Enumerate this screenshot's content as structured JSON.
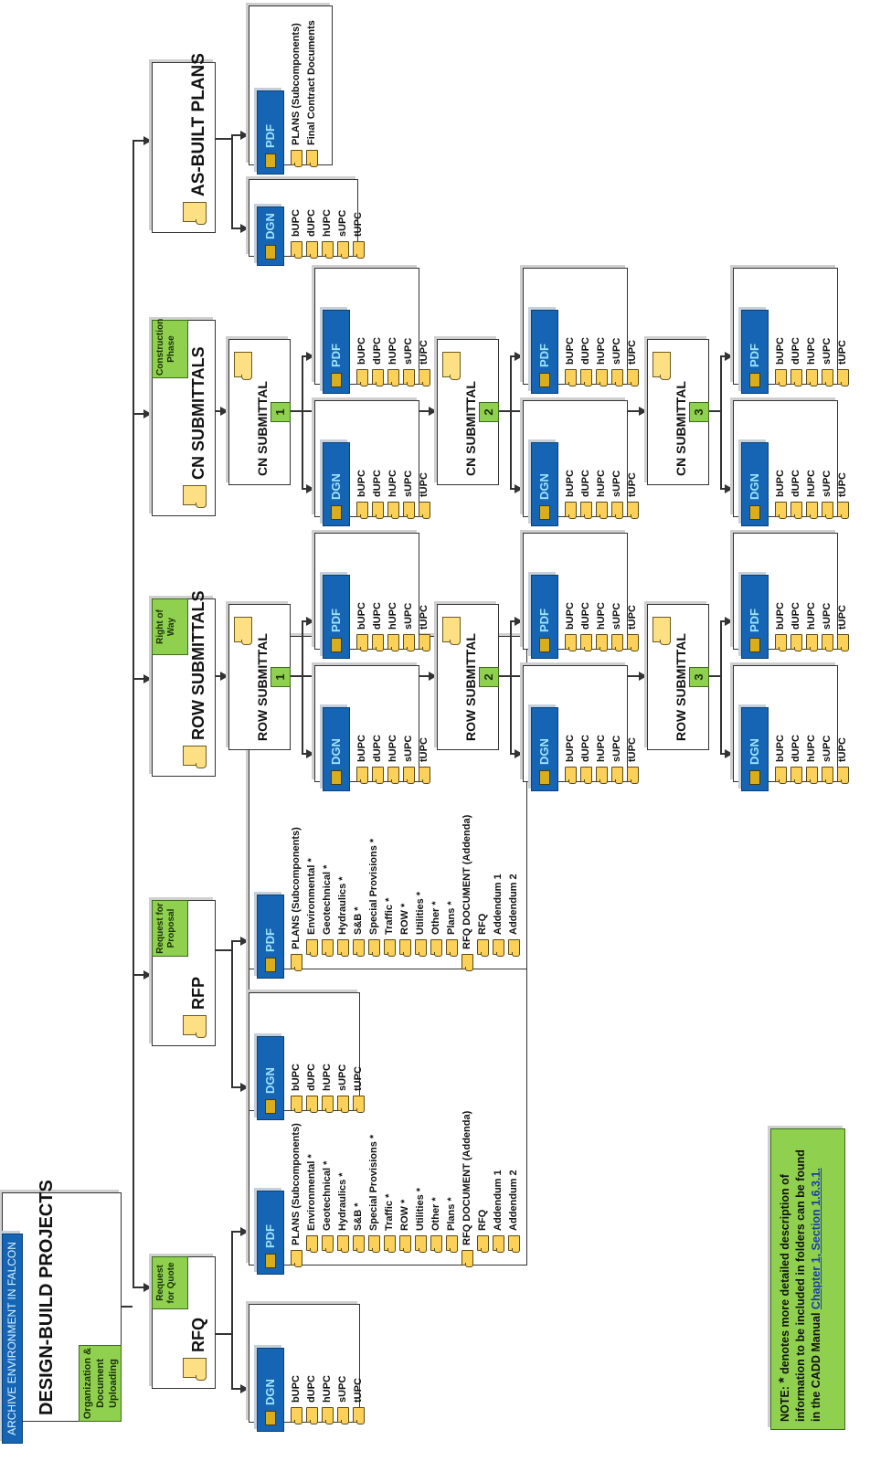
{
  "root": {
    "banner": "ARCHIVE ENVIRONMENT IN FALCON",
    "title": "DESIGN-BUILD PROJECTS",
    "tag": "Organization & Document Uploading"
  },
  "upc_items": [
    "bUPC",
    "dUPC",
    "hUPC",
    "sUPC",
    "tUPC"
  ],
  "format_labels": {
    "dgn": "DGN",
    "pdf": "PDF"
  },
  "branches": [
    {
      "id": "rfq",
      "title": "RFQ",
      "tag": "Request for Quote",
      "pdf_items": [
        "PLANS (Subcomponents)",
        "Environmental *",
        "Geotechnical *",
        "Hydraulics *",
        "S&B *",
        "Special Provisions *",
        "Traffic *",
        "ROW *",
        "Utilities *",
        "Other *",
        "Plans *",
        "RFQ DOCUMENT (Addenda)",
        "RFQ",
        "Addendum 1",
        "Addendum 2"
      ]
    },
    {
      "id": "rfp",
      "title": "RFP",
      "tag": "Request for Proposal",
      "pdf_items": [
        "PLANS (Subcomponents)",
        "Environmental *",
        "Geotechnical *",
        "Hydraulics *",
        "S&B *",
        "Special Provisions *",
        "Traffic *",
        "ROW *",
        "Utilities *",
        "Other *",
        "Plans *",
        "RFQ DOCUMENT (Addenda)",
        "RFQ",
        "Addendum 1",
        "Addendum 2"
      ]
    },
    {
      "id": "row",
      "title": "ROW SUBMITTALS",
      "tag": "Right of Way",
      "submittal_label": "ROW SUBMITTAL",
      "submittal_numbers": [
        "1",
        "2",
        "3"
      ]
    },
    {
      "id": "cn",
      "title": "CN SUBMITTALS",
      "tag": "Construction Phase",
      "submittal_label": "CN SUBMITTAL",
      "submittal_numbers": [
        "1",
        "2",
        "3"
      ]
    },
    {
      "id": "asbuilt",
      "title": "AS-BUILT PLANS",
      "pdf_items": [
        "PLANS (Subcomponents)",
        "Final Contract Documents"
      ]
    }
  ],
  "note": {
    "prefix": "NOTE:",
    "star": "*",
    "text": "denotes more detailed description of information to be included in folders can be found in the CADD Manual",
    "link_text": "Chapter 1, Section 1.6.3.1."
  },
  "colors": {
    "blue": "#1565b4",
    "green": "#8fd14f",
    "folder": "#fcd15a"
  }
}
